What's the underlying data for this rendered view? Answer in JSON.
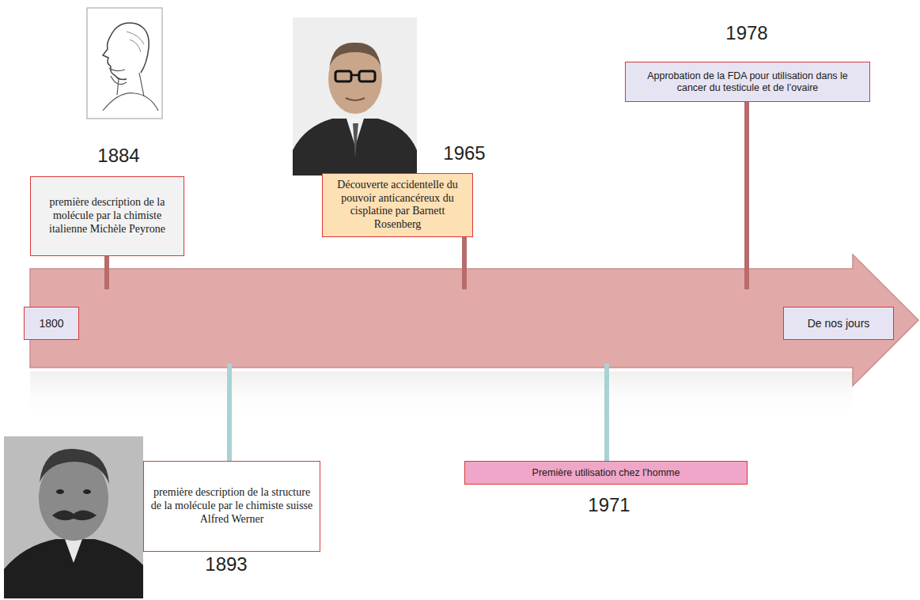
{
  "diagram": {
    "nodes": [
      {
        "text": [
          "première description de la molécule par la chimiste italienne Michèle Peyrone"
        ]
      },
      {
        "text": [
          "Découverte accidentelle du pouvoir anticancéreux du cisplatine par Barnett Rosenberg"
        ]
      },
      {
        "text": [
          "Approbation de la FDA pour utilisation dans le cancer du testicule et de l’ovaire"
        ]
      },
      {
        "text": [
          "1800"
        ]
      },
      {
        "text": [
          "De nos jours"
        ]
      },
      {
        "text": [
          "première description de la structure de la molécule par le chimiste suisse Alfred Werner"
        ]
      },
      {
        "text": [
          "Première utilisation chez l’homme"
        ]
      }
    ],
    "labels": [
      "1884",
      "1965",
      "1978",
      "1893",
      "1971"
    ]
  }
}
